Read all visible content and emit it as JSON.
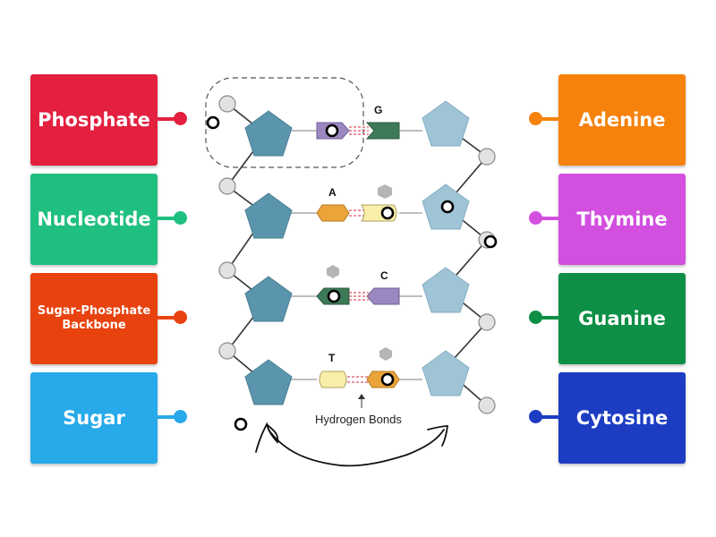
{
  "left_labels": [
    {
      "text": "Phosphate",
      "color": "#e3203f"
    },
    {
      "text": "Nucleotide",
      "color": "#1fbf80"
    },
    {
      "text_line1": "Sugar-Phosphate",
      "text_line2": "Backbone",
      "color": "#e8420e"
    },
    {
      "text": "Sugar",
      "color": "#27a9ea"
    }
  ],
  "right_labels": [
    {
      "text": "Adenine",
      "color": "#f6820c"
    },
    {
      "text": "Thymine",
      "color": "#d24fdf"
    },
    {
      "text": "Guanine",
      "color": "#0d8f46"
    },
    {
      "text": "Cytosine",
      "color": "#1c3cc2"
    }
  ],
  "diagram": {
    "base_letters": [
      "G",
      "A",
      "C",
      "T"
    ],
    "hydrogen_bonds_label": "Hydrogen Bonds",
    "colors": {
      "sugar_dark": "#5b95ad",
      "sugar_light": "#9fc4d6",
      "phosphate": "#e2e2e2",
      "guanine": "#3d7a58",
      "adenine": "#eba43a",
      "thymine": "#f9eeaa",
      "cytosine": "#9c88c0",
      "bond": "#e05060"
    }
  }
}
